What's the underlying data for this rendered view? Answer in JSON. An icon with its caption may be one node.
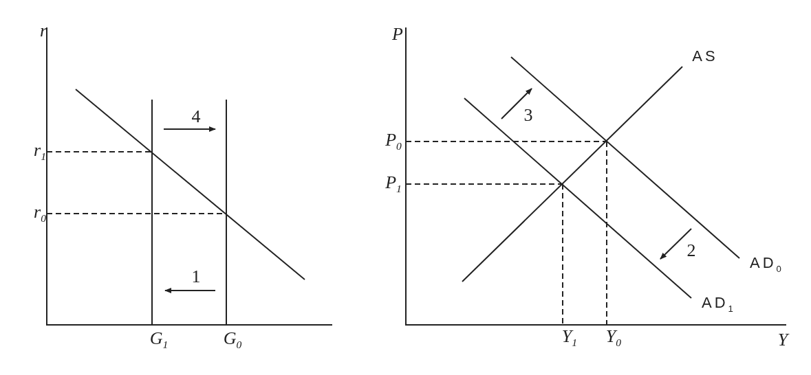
{
  "diagram": {
    "labels": [
      "r",
      "P",
      "AS",
      "4",
      "3",
      "P$_{0}$",
      "r$_{1}$",
      "P$_{1}$",
      "r$_{0}$",
      "2",
      "AD$_{0}$",
      "1",
      "AD$_{1}$",
      "G$_{1}$",
      "G$_{0}$",
      "Y$_{1}$",
      "Y$_{0}$",
      "Y"
    ]
  }
}
